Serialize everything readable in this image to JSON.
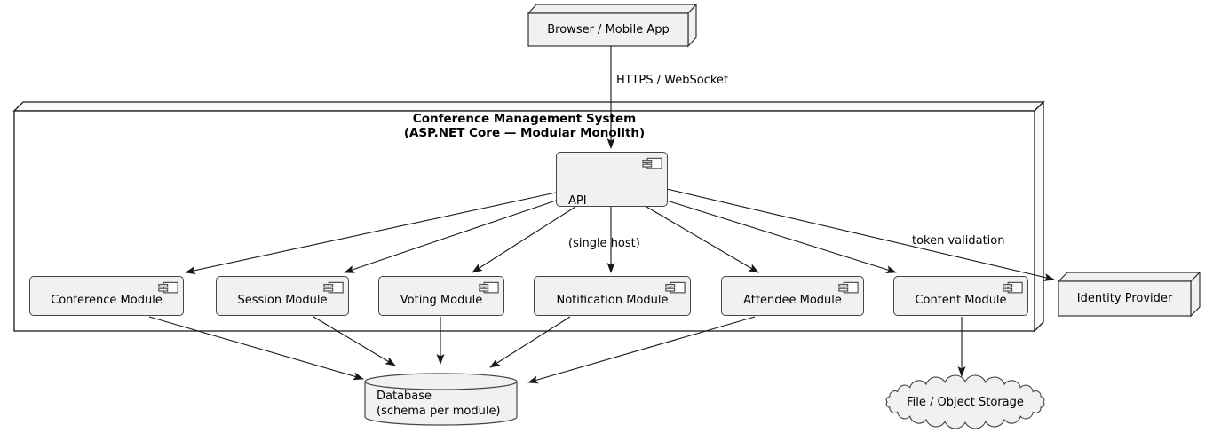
{
  "diagram": {
    "external_nodes": {
      "browser": {
        "label": "Browser / Mobile App"
      },
      "identity_provider": {
        "label": "Identity Provider"
      }
    },
    "system": {
      "title_line1": "Conference Management System",
      "title_line2": "(ASP.NET Core — Modular Monolith)",
      "api": {
        "line1": "API",
        "line2": "(single host)"
      },
      "modules": [
        {
          "label": "Conference Module"
        },
        {
          "label": "Session Module"
        },
        {
          "label": "Voting Module"
        },
        {
          "label": "Notification Module"
        },
        {
          "label": "Attendee Module"
        },
        {
          "label": "Content Module"
        }
      ]
    },
    "storage": {
      "database": {
        "line1": "Database",
        "line2": "(schema per module)"
      },
      "file_storage": {
        "label": "File / Object Storage"
      }
    },
    "edge_labels": {
      "browser_api": "HTTPS / WebSocket",
      "api_idp": "token validation"
    },
    "colors": {
      "node_fill": "#f1f1f1",
      "container_fill": "#ffffff",
      "node_border": "#454545",
      "line": "#181818",
      "background": "#ffffff"
    }
  }
}
